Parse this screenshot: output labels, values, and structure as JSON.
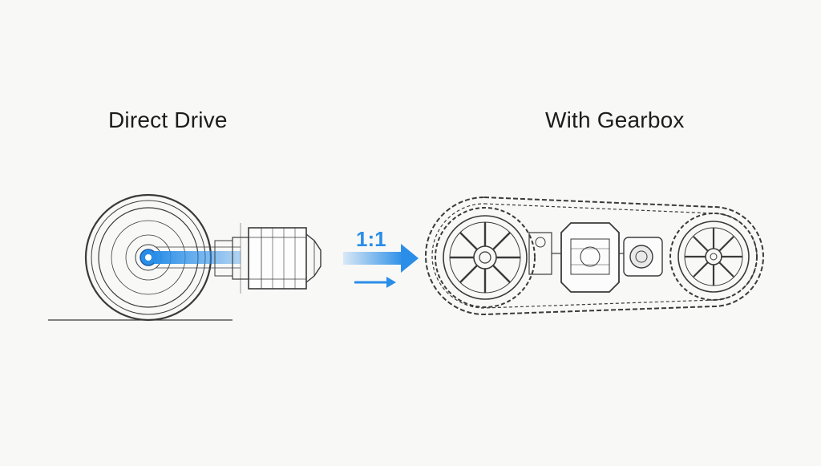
{
  "labels": {
    "direct_drive": "Direct Drive",
    "with_gearbox": "With Gearbox",
    "ratio": "1:1"
  },
  "icons": [
    "direct-drive-wheel-icon",
    "motor-icon",
    "drive-arrow-icon",
    "sprocket-icon",
    "chain-icon",
    "gearbox-icon"
  ],
  "colors": {
    "accent": "#2a8ee8",
    "ink": "#3a3a3a",
    "background": "#f8f8f7"
  }
}
